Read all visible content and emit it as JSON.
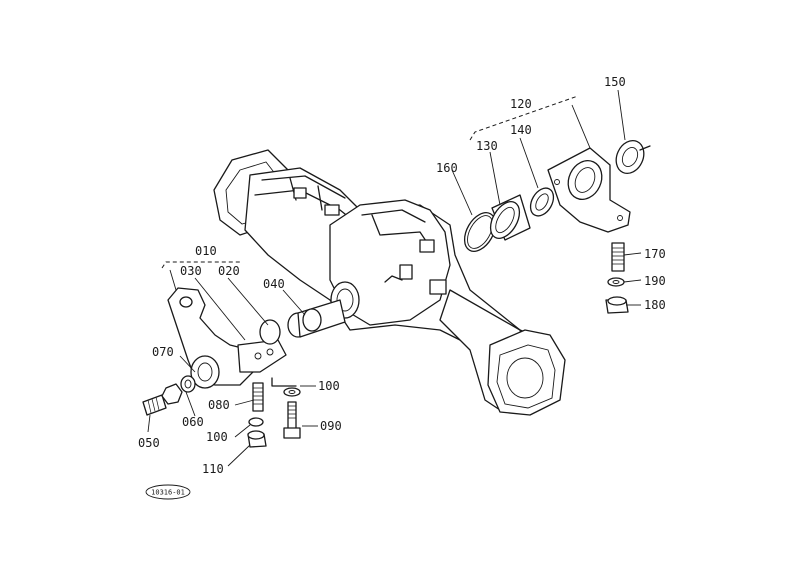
{
  "diagram": {
    "labels": {
      "p010": "010",
      "p020": "020",
      "p030": "030",
      "p040": "040",
      "p050": "050",
      "p060": "060",
      "p070": "070",
      "p080": "080",
      "p090": "090",
      "p100a": "100",
      "p100b": "100",
      "p110": "110",
      "p120": "120",
      "p130": "130",
      "p140": "140",
      "p150": "150",
      "p160": "160",
      "p170": "170",
      "p180": "180",
      "p190": "190"
    },
    "drawing_code": "10316-01"
  }
}
